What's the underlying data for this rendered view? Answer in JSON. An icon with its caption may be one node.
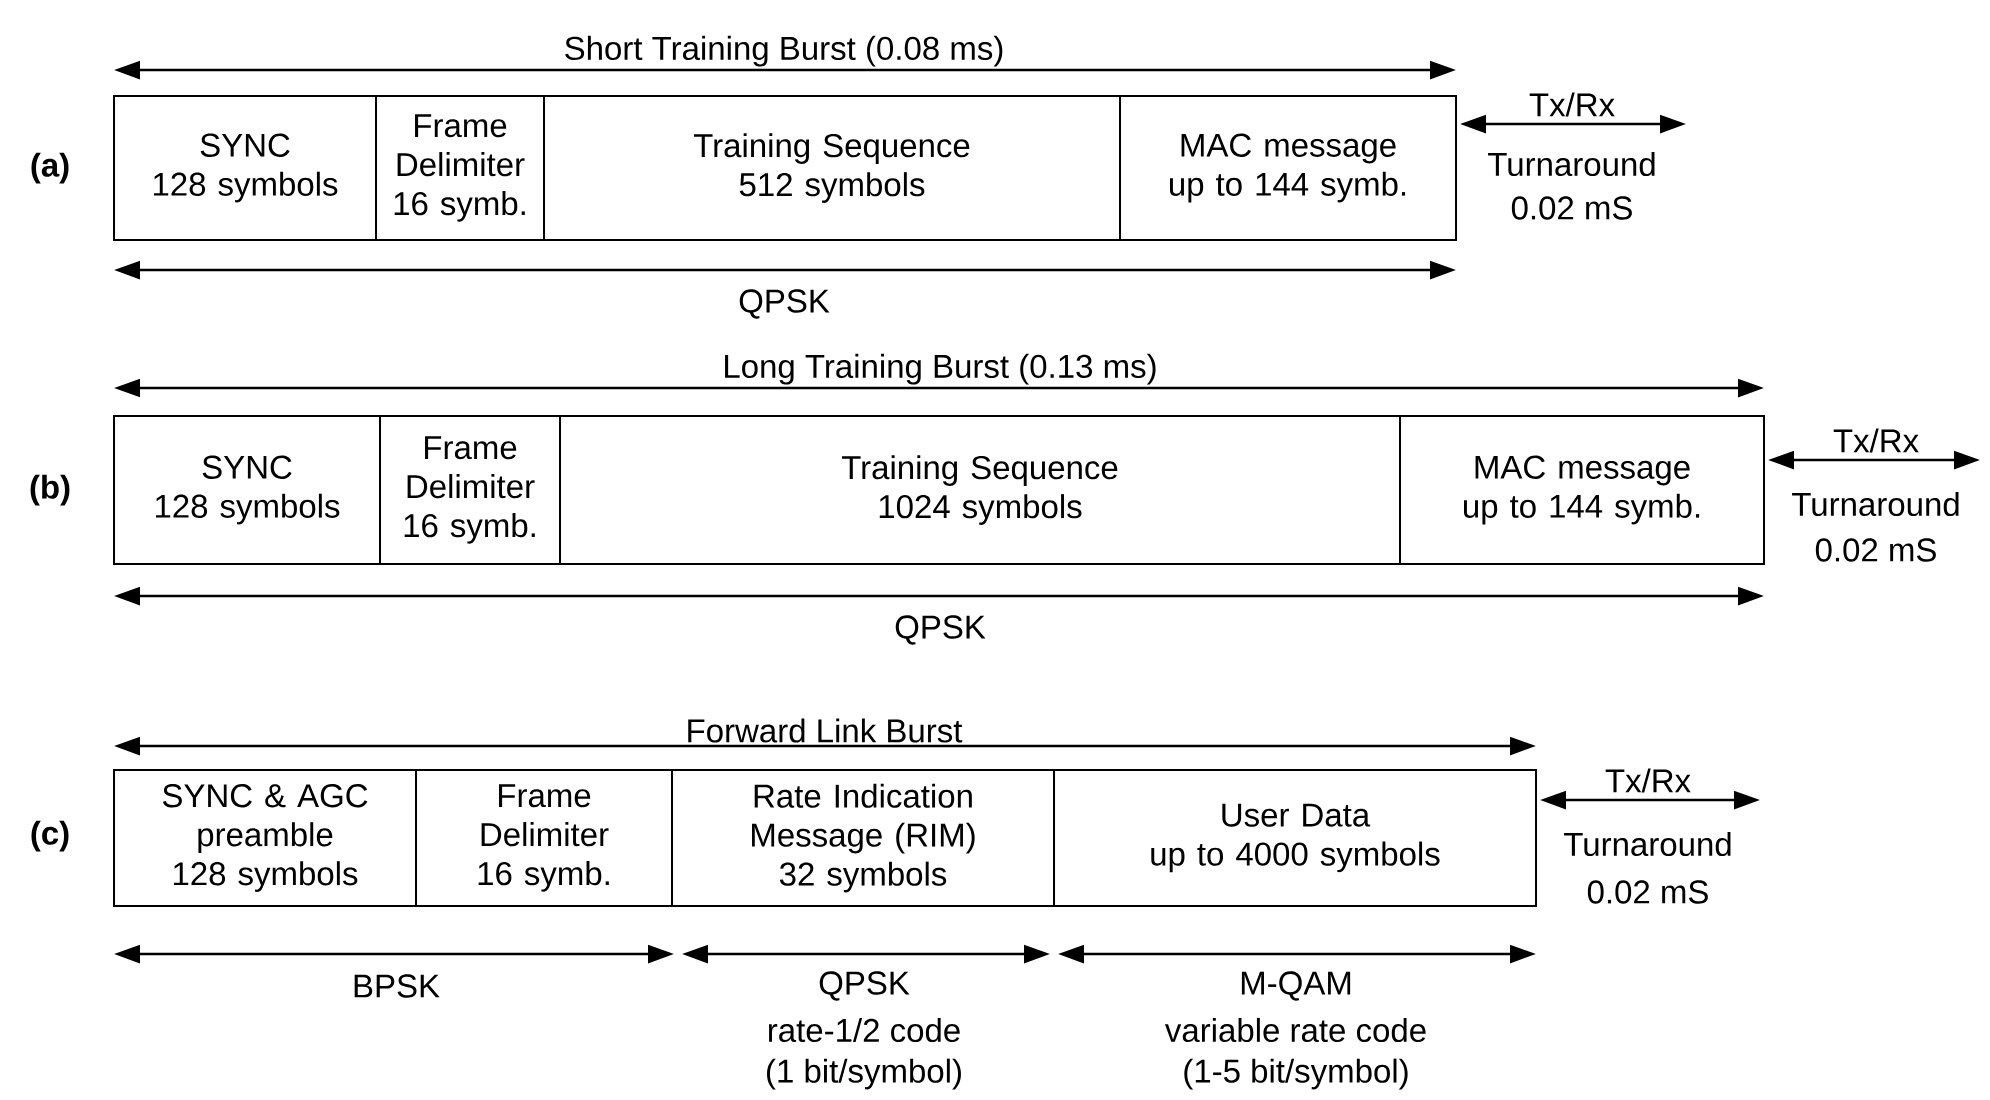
{
  "diagram": {
    "nodes": [
      {
        "text": [
          "SYNC",
          "128 symbols"
        ]
      },
      {
        "text": [
          "Frame Delimiter",
          "16 symb."
        ]
      },
      {
        "text": [
          "Training Sequence",
          "512 symbols"
        ]
      },
      {
        "text": [
          "MAC message",
          "up to 144 symb."
        ]
      },
      {
        "text": [
          "SYNC",
          "128 symbols"
        ]
      },
      {
        "text": [
          "Frame Delimiter",
          "16 symb."
        ]
      },
      {
        "text": [
          "Training Sequence",
          "1024 symbols"
        ]
      },
      {
        "text": [
          "MAC message",
          "up to 144 symb."
        ]
      },
      {
        "text": [
          "SYNC & AGC preamble",
          "128 symbols"
        ]
      },
      {
        "text": [
          "Frame Delimiter",
          "16 symb."
        ]
      },
      {
        "text": [
          "Rate Indication Message (RIM)",
          "32 symbols"
        ]
      },
      {
        "text": [
          "User Data",
          "up to 4000 symbols"
        ]
      }
    ],
    "labels": [
      "Short Training Burst (0.08 ms)",
      "(a)",
      "Tx/Rx",
      "Turnaround",
      "0.02 mS",
      "QPSK",
      "Long Training Burst (0.13 ms)",
      "(b)",
      "Tx/Rx",
      "Turnaround",
      "0.02 mS",
      "QPSK",
      "Forward Link Burst",
      "(c)",
      "Tx/Rx",
      "Turnaround",
      "0.02 mS",
      "BPSK",
      "QPSK",
      "M-QAM",
      "rate-1/2 code",
      "variable rate code",
      "(1 bit/symbol)",
      "(1-5 bit/symbol)"
    ]
  }
}
